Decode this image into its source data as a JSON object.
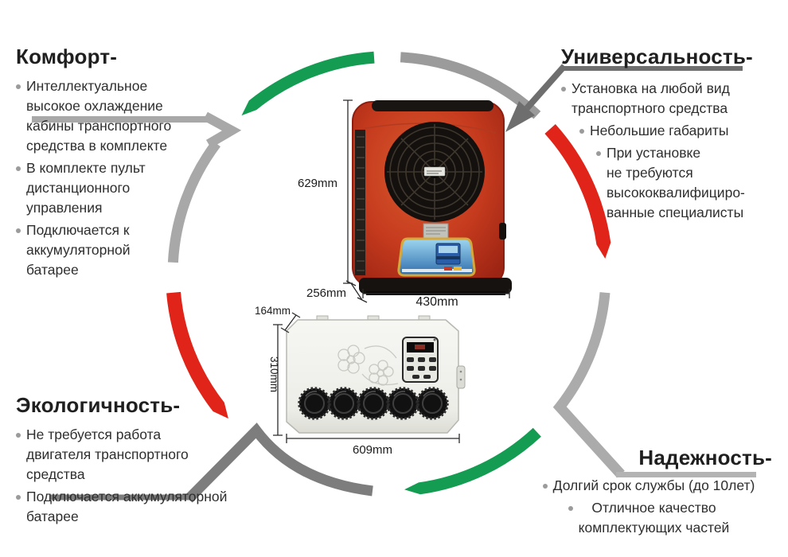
{
  "colors": {
    "green_arc": "#149c52",
    "red_arc": "#e02419",
    "gray_arc": "#9b9b9b",
    "gray_arc_light": "#ababab",
    "pointer_dark_gray": "#6e6e6e",
    "pointer_mid_gray": "#7d7d7d",
    "text": "#2e2e2e"
  },
  "sections": {
    "comfort": {
      "title": "Комфорт-",
      "bullets": [
        {
          "lines": [
            "Интеллектуальное",
            "высокое охлаждение",
            "кабины транспортного",
            "средства в комплекте"
          ]
        },
        {
          "lines": [
            "В комплекте пульт",
            "дистанционного",
            "управления"
          ]
        },
        {
          "lines": [
            "Подключается к",
            "аккумуляторной",
            "батарее"
          ]
        }
      ]
    },
    "versatility": {
      "title": "Универсальность-",
      "bullets": [
        {
          "lines": [
            "Установка на любой вид",
            "транспортного средства"
          ]
        },
        {
          "lines": [
            "Небольшие габариты"
          ]
        },
        {
          "lines": [
            "При установке",
            "не требуются",
            "высококвалифициро-",
            "ванные специалисты"
          ]
        }
      ]
    },
    "eco": {
      "title": "Экологичность-",
      "bullets": [
        {
          "lines": [
            "Не требуется работа",
            "двигателя транспортного",
            "средства"
          ]
        },
        {
          "lines": [
            "Подключается аккумуляторной",
            "батарее"
          ]
        }
      ]
    },
    "reliability": {
      "title": "Надежность-",
      "bullets": [
        {
          "lines": [
            "Долгий срок службы (до 10лет)"
          ]
        },
        {
          "lines": [
            "Отличное качество",
            "комплектующих частей"
          ]
        }
      ]
    }
  },
  "product": {
    "condenser": {
      "height": "629mm",
      "depth": "256mm",
      "width": "430mm"
    },
    "evaporator": {
      "depth": "164mm",
      "height": "310mm",
      "width": "609mm"
    }
  }
}
